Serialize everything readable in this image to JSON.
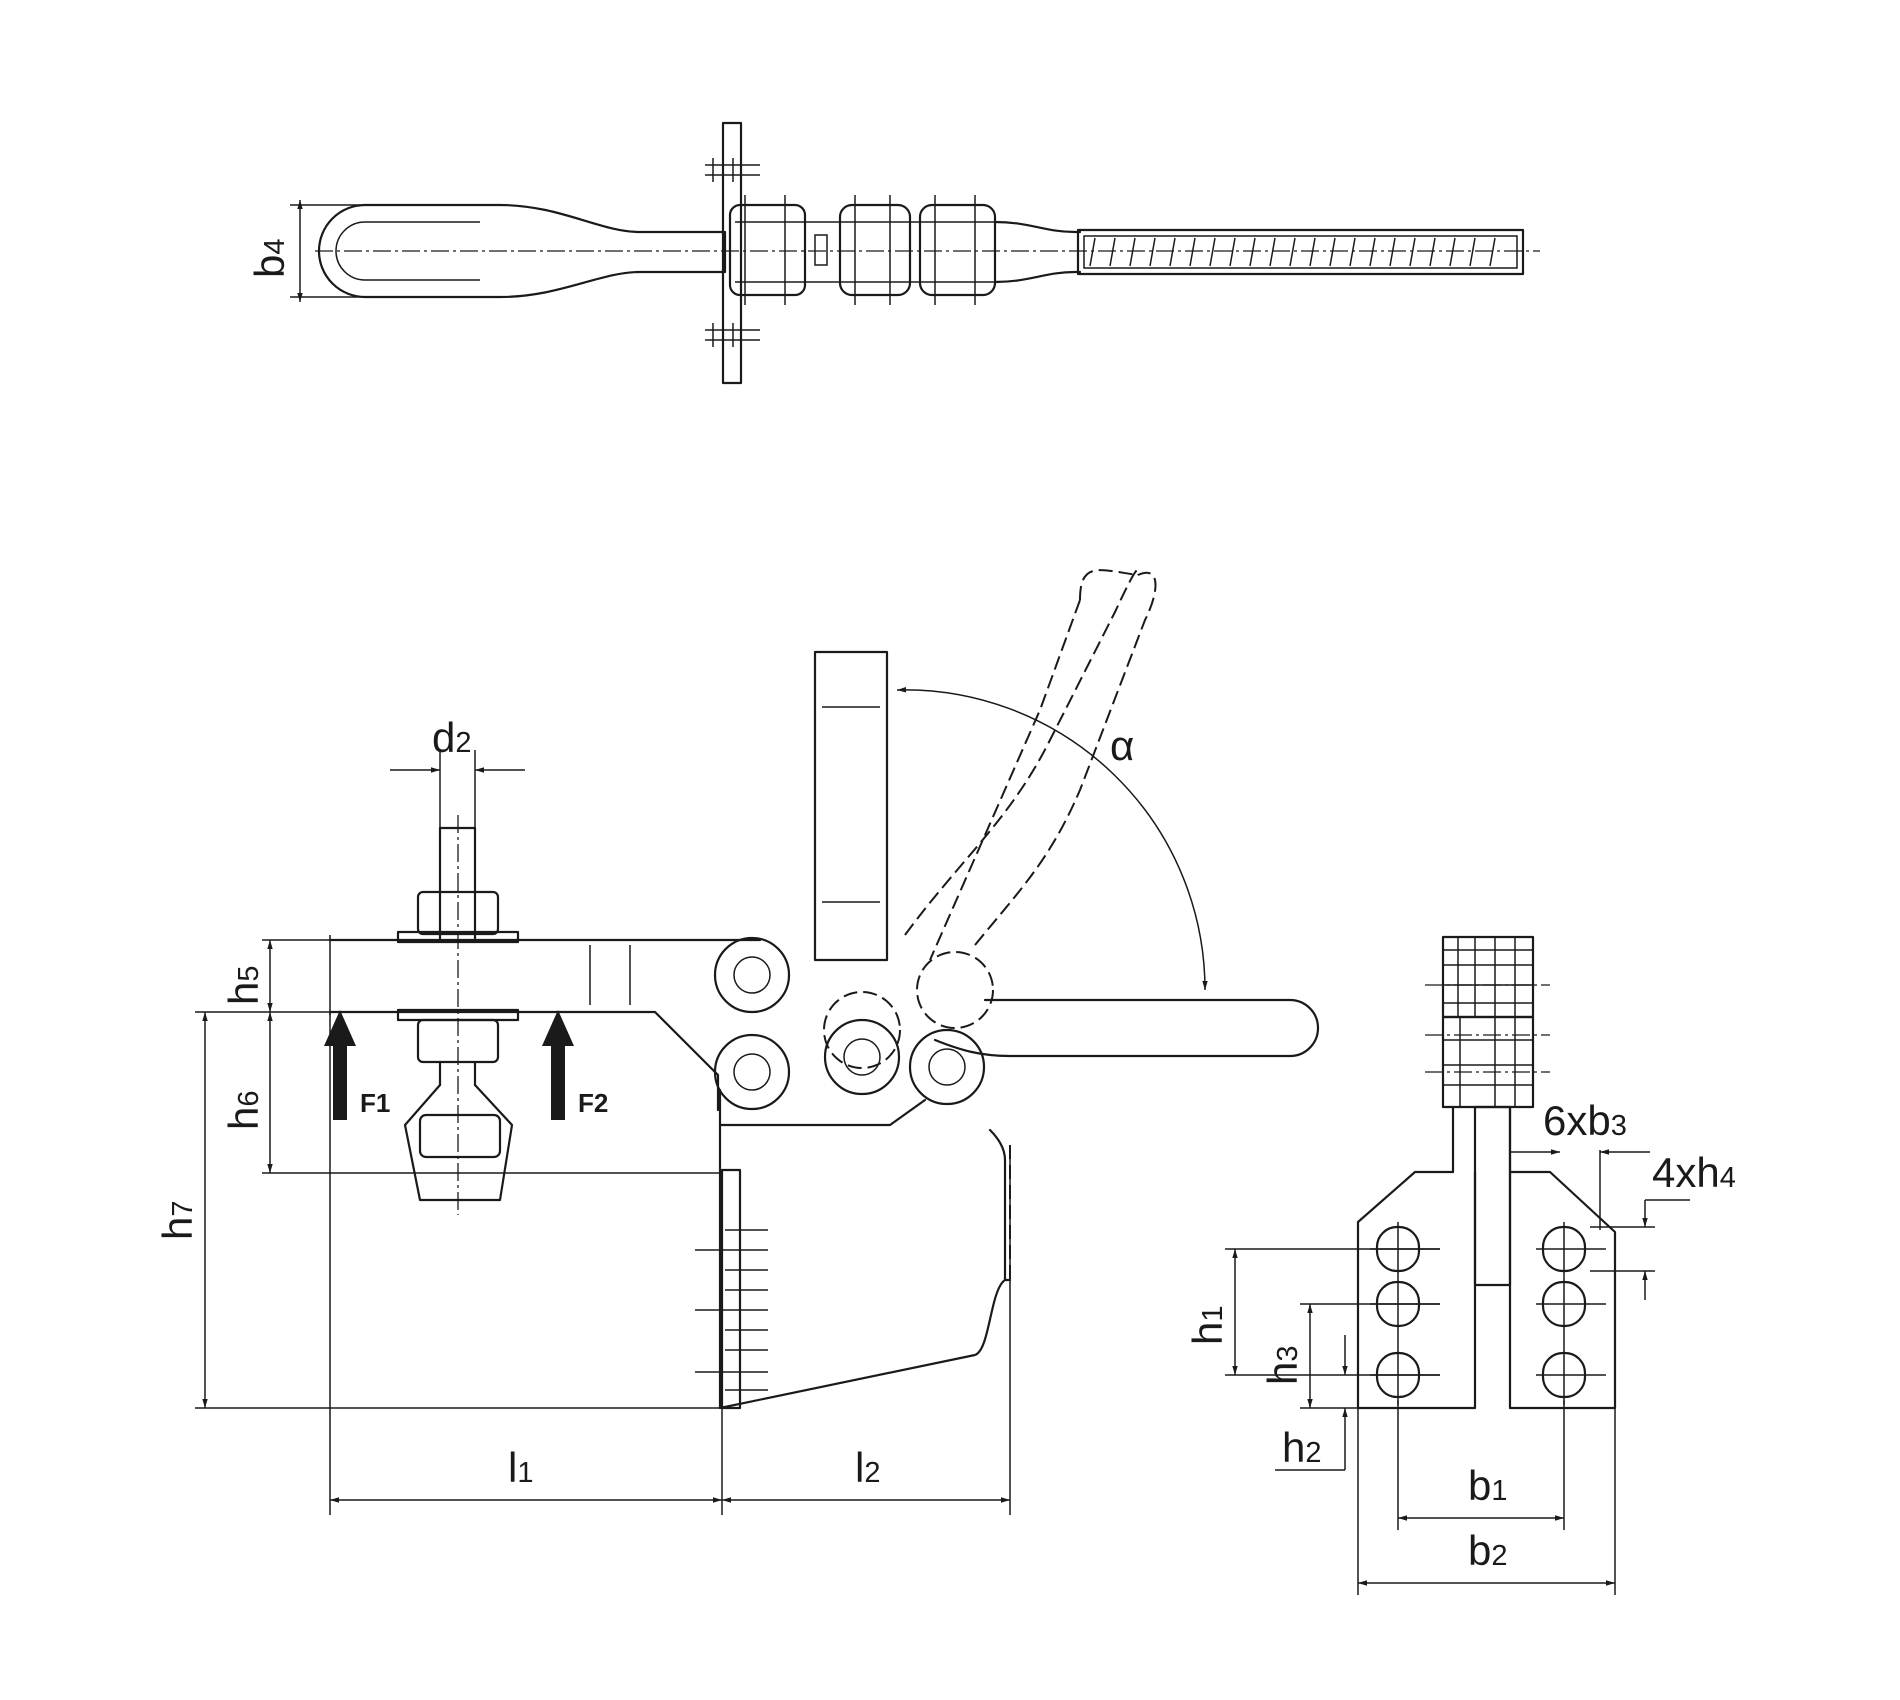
{
  "labels": {
    "b4": {
      "main": "b",
      "sub": "4"
    },
    "d2": {
      "main": "d",
      "sub": "2"
    },
    "alpha": "α",
    "h5": {
      "main": "h",
      "sub": "5"
    },
    "h6": {
      "main": "h",
      "sub": "6"
    },
    "h7": {
      "main": "h",
      "sub": "7"
    },
    "l1": {
      "main": "l",
      "sub": "1"
    },
    "l2": {
      "main": "l",
      "sub": "2"
    },
    "f1": "F1",
    "f2": "F2",
    "b3": {
      "main": "6xb",
      "sub": "3"
    },
    "h4": {
      "main": "4xh",
      "sub": "4"
    },
    "h1": {
      "main": "h",
      "sub": "1"
    },
    "h3": {
      "main": "h",
      "sub": "3"
    },
    "h2": {
      "main": "h",
      "sub": "2"
    },
    "b1": {
      "main": "b",
      "sub": "1"
    },
    "b2": {
      "main": "b",
      "sub": "2"
    }
  }
}
